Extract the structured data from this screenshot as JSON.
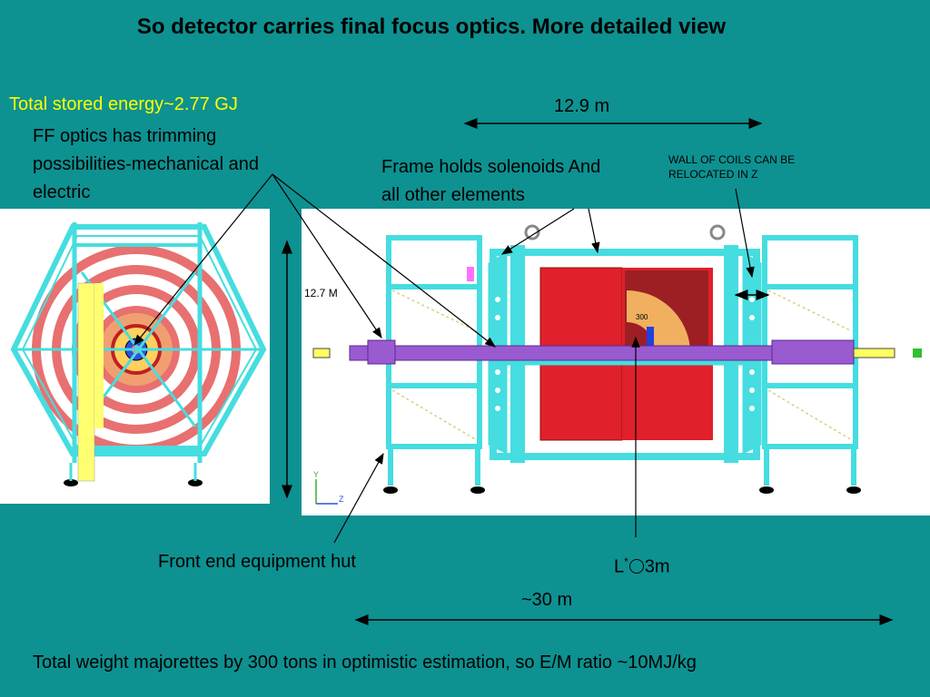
{
  "slide": {
    "title": "So detector carries final focus optics. More detailed view",
    "stored_energy": "Total stored energy~2.77 GJ",
    "ff_optics": "FF optics has trimming possibilities-mechanical and electric",
    "frame_holds": "Frame holds solenoids And all other elements",
    "wall_of_coils": "WALL OF COILS CAN BE RELOCATED IN Z",
    "dim_top": "12.9 m",
    "dim_height": "12.7 M",
    "front_end": "Front end equipment hut",
    "l_star": "L",
    "l_star_sup": "*",
    "l_star_value": "3m",
    "dim_total": "~30 m",
    "footer": "Total weight majorettes by 300 tons in optimistic estimation, so E/M ratio ~10MJ/kg",
    "inner_label": "300",
    "axis_y": "Y",
    "axis_z": "Z"
  },
  "colors": {
    "background": "#0e9191",
    "highlight_text": "#ffff00",
    "frame": "#45dde0",
    "solenoid": "#e0202a",
    "beampipe": "#9a5ad0"
  }
}
